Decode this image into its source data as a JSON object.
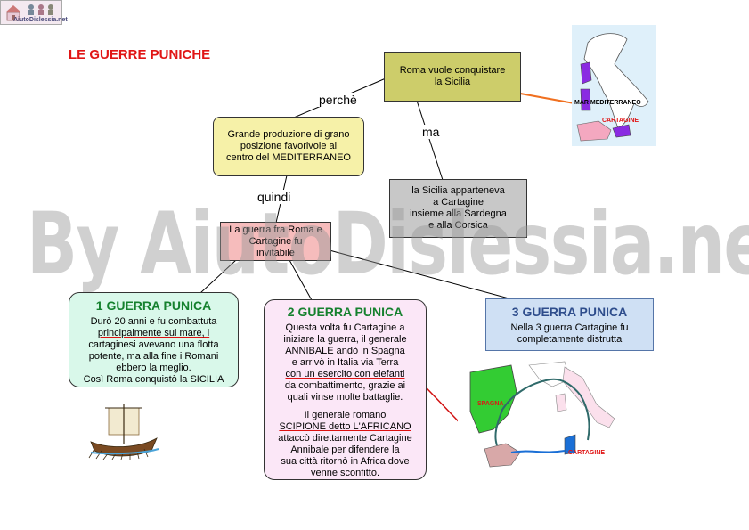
{
  "logo": {
    "text": "AiutoDislessia.net"
  },
  "title": "LE GUERRE PUNICHE",
  "watermark": "By AiutoDislessia.net",
  "root": {
    "line1": "Roma vuole conquistare",
    "line2": "la Sicilia"
  },
  "edges": {
    "perche": "perchè",
    "ma": "ma",
    "quindi": "quindi"
  },
  "grano": {
    "line1": "Grande produzione di grano",
    "line2": "posizione favorivole al",
    "line3": "centro del MEDITERRANEO"
  },
  "sicilia": {
    "line1": "la Sicilia apparteneva",
    "line2": "a Cartagine",
    "line3": "insieme alla Sardegna",
    "line4": "e alla Corsica"
  },
  "guerra": {
    "line1": "La guerra fra Roma e",
    "line2": "Cartagine fu",
    "line3": "invitabile"
  },
  "punica1": {
    "title": "1 GUERRA PUNICA",
    "lines": [
      "Durò 20 anni e fu combattuta",
      "principalmente sul mare, i",
      "cartaginesi avevano una flotta",
      "potente, ma alla fine i Romani",
      "ebbero la meglio.",
      "Così Roma conquistò la SICILIA"
    ]
  },
  "punica2": {
    "title": "2 GUERRA PUNICA",
    "lines": [
      "Questa volta fu Cartagine a",
      "iniziare la guerra, il generale",
      "ANNIBALE andò in Spagna",
      "e arrivò in Italia via Terra",
      "con un esercito con elefanti",
      "da combattimento, grazie ai",
      "quali vinse molte battaglie.",
      "",
      "Il generale romano",
      "SCIPIONE detto L'AFRICANO",
      "attaccò direttamente Cartagine",
      "Annibale per difendere la",
      "sua città ritornò in Africa dove",
      "venne sconfitto."
    ]
  },
  "punica3": {
    "title": "3 GUERRA PUNICA",
    "lines": [
      "Nella 3 guerra Cartagine fu",
      "completamente distrutta"
    ]
  },
  "map_top": {
    "sea": "MAR MEDITERRANEO",
    "city": "CARTAGINE"
  },
  "map_bottom": {
    "spain": "SPAGNA",
    "city": "CARTAGINE"
  },
  "colors": {
    "title": "#e01515",
    "green": "#15812e",
    "arrow": "#f07020",
    "underline": "#d11111"
  }
}
